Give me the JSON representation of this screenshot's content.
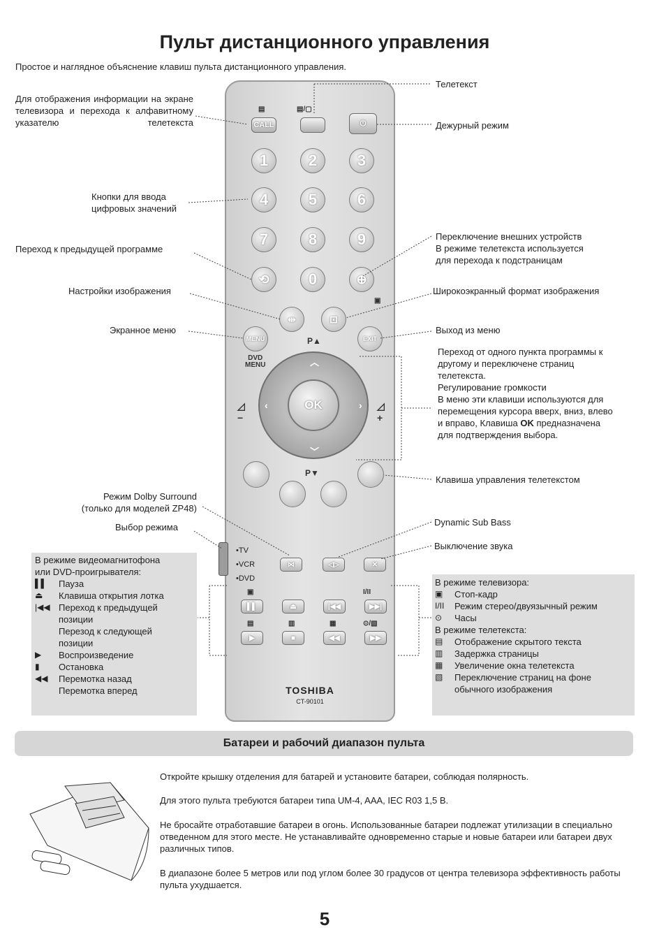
{
  "title": "Пульт дистанционного управления",
  "subtitle": "Простое и наглядное объяснение клавиш пульта дистанционного управления.",
  "labels_left": {
    "info": "Для отображения информации на экране телевизора и перехода к алфавитному указателю телетекста",
    "digits_1": "Кнопки для ввода",
    "digits_2": "цифровых значений",
    "prev_program": "Переход к предыдущей программе",
    "picture": "Настройки изображения",
    "osd_menu": "Экранное меню",
    "dolby_1": "Режим Dolby Surround",
    "dolby_2": "(только для моделей ZP48)",
    "mode_select": "Выбор режима"
  },
  "labels_right": {
    "teletext": "Телетекст",
    "standby": "Дежурный режим",
    "ext_1": "Переключение внешних устройств",
    "ext_2": "В режиме телетекста используется",
    "ext_3": "для перехода к подстраницам",
    "widescreen": "Широкоэкранный формат изображения",
    "exit_menu": "Выход из меню",
    "nav_1": "Переход от одного пункта программы к",
    "nav_2": "другому и переключене страниц",
    "nav_3": "телетекста.",
    "nav_4": "Регулирование громкости",
    "nav_5": "В меню эти клавиши используются для",
    "nav_6": "перемещения курсора вверх, вниз, влево",
    "nav_7a": "и вправо, Клавиша ",
    "nav_7b": "OK",
    "nav_7c": " предназначена",
    "nav_8": "для подтверждения выбора.",
    "teletext_keys": "Клавиша управления телетекстом",
    "sub_bass": "Dynamic Sub Bass",
    "mute": "Выключение звука"
  },
  "remote": {
    "call": "CALL",
    "digits": [
      "1",
      "2",
      "3",
      "4",
      "5",
      "6",
      "7",
      "8",
      "9",
      "0"
    ],
    "menu": "MENU",
    "dvd_menu_1": "DVD",
    "dvd_menu_2": "MENU",
    "exit": "EXIT",
    "ok": "OK",
    "p_up": "P▲",
    "p_down": "P▼",
    "switch_tv": "TV",
    "switch_vcr": "VCR",
    "switch_dvd": "DVD",
    "brand": "TOSHIBA",
    "model": "CT-90101"
  },
  "vcr_box": {
    "head_1": "В режиме видеомагнитофона",
    "head_2": "или DVD-проигрывателя:",
    "items": [
      {
        "icon": "▌▌",
        "text": "Пауза"
      },
      {
        "icon": "⏏",
        "text": "Клавиша открытия лотка"
      },
      {
        "icon": "|◀◀",
        "text": "Переход к предыдущей"
      },
      {
        "icon": "",
        "text": "позиции"
      },
      {
        "icon": "",
        "text": "Перезод к следующей"
      },
      {
        "icon": "",
        "text": "позиции"
      },
      {
        "icon": "▶",
        "text": "Воспроизведение"
      },
      {
        "icon": "▮",
        "text": "Остановка"
      },
      {
        "icon": "◀◀",
        "text": "Перемотка назад"
      },
      {
        "icon": "",
        "text": "Перемотка вперед"
      }
    ]
  },
  "tv_box": {
    "head_tv": "В режиме телевизора:",
    "tv_items": [
      {
        "icon": "▣",
        "text": "Стоп-кадр"
      },
      {
        "icon": "I/II",
        "text": "Режим стерео/двуязычный режим"
      },
      {
        "icon": "⊙",
        "text": "Часы"
      }
    ],
    "head_tt": "В режиме телетекста:",
    "tt_items": [
      {
        "icon": "▤",
        "text": "Отображение скрытого текста"
      },
      {
        "icon": "▥",
        "text": "Задержка страницы"
      },
      {
        "icon": "▦",
        "text": "Увеличение окна телетекста"
      },
      {
        "icon": "▧",
        "text": "Переключение страниц на фоне"
      },
      {
        "icon": "",
        "text": "обычного изображения"
      }
    ]
  },
  "battery_section": {
    "heading": "Батареи и рабочий диапазон пульта",
    "p1": "Откройте крышку отделения для батарей и установите батареи, соблюдая полярность.",
    "p2": "Для этого пульта требуются батареи типа UM-4, AAA, IEC R03 1,5 В.",
    "p3": "Не бросайте отработавшие батареи в огонь. Использованные батареи подлежат утилизации в специально отведенном для этого месте. Не устанавливайте одновременно старые и новые батареи или батареи двух различных типов.",
    "p4": "В диапазоне более 5 метров или под углом более 30 градусов от центра телевизора эффективность работы пульта ухудшается."
  },
  "page_number": "5"
}
